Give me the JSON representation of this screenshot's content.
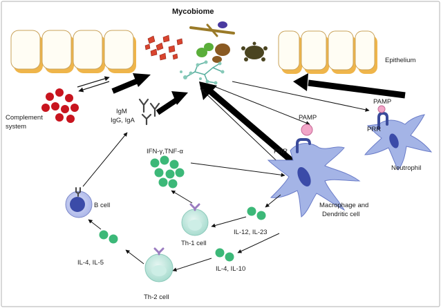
{
  "labels": {
    "title": "Mycobiome",
    "epithelium": "Epithelium",
    "complement_line1": "Complement",
    "complement_line2": "system",
    "ig_line1": "IgM",
    "ig_line2": "IgG, IgA",
    "ifn": "IFN-γ,TNF-α",
    "pamp_macrophage": "PAMP",
    "prr_macrophage": "PRR",
    "pamp_neutrophil": "PAMP",
    "prr_neutrophil": "PRR",
    "neutrophil": "Neutrophil",
    "macrophage_line1": "Macrophage and",
    "macrophage_line2": "Dendritic cell",
    "il12": "IL-12, IL-23",
    "th1": "Th-1 cell",
    "bcell": "B cell",
    "il4_il5": "IL-4, IL-5",
    "il4_il10": "IL-4, IL-10",
    "th2": "Th-2 cell"
  },
  "colors": {
    "border": "#bfbfbf",
    "epithelium_fill": "#fffdf4",
    "epithelium_shadow": "#efb54a",
    "complement": "#c8141e",
    "cytokine": "#3cb878",
    "cell_blue": "#a4b4e6",
    "cell_blue_dark": "#3b4ba8",
    "t_cell": "#bfe4dc",
    "receptor": "#3a4a9a",
    "pamp": "#f2a6c8",
    "receptor_purple": "#9a7cc0"
  }
}
